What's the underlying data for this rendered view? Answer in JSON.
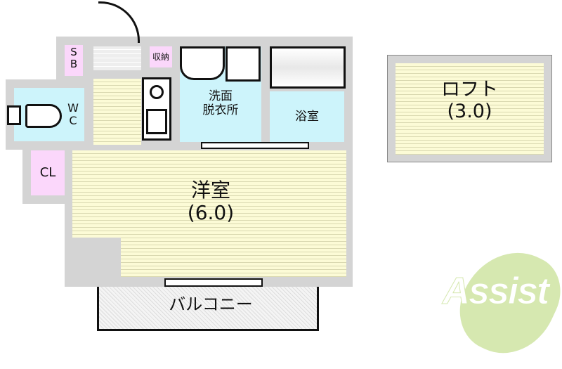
{
  "floorplan": {
    "rooms": {
      "western_room": {
        "name": "洋室",
        "size": "(6.0)"
      },
      "loft": {
        "name": "ロフト",
        "size": "(3.0)"
      },
      "washroom": {
        "line1": "洗面",
        "line2": "脱衣所"
      },
      "bathroom": {
        "name": "浴室"
      },
      "toilet": {
        "line1": "W",
        "line2": "C"
      },
      "shoe_box": {
        "line1": "S",
        "line2": "B"
      },
      "storage": {
        "name": "収納"
      },
      "closet": {
        "name": "CL"
      },
      "balcony": {
        "name": "バルコニー"
      }
    },
    "colors": {
      "wall": "#d4d4d4",
      "floor_yellow": "#fcfbd6",
      "wet_area_blue": "#cdf4fb",
      "storage_pink": "#fbd7fb",
      "logo_green": "#d6e8b0",
      "logo_red": "#e8a0a8"
    }
  },
  "logo": {
    "text": "Assist"
  }
}
